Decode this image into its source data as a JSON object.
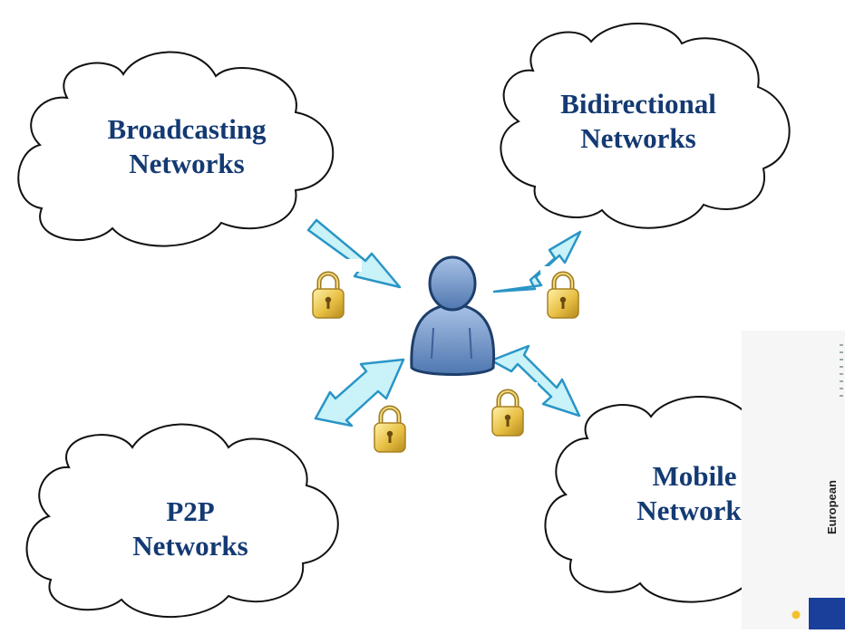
{
  "clouds": {
    "broadcasting": {
      "line1": "Broadcasting",
      "line2": "Networks"
    },
    "bidirectional": {
      "line1": "Bidirectional",
      "line2": "Networks"
    },
    "p2p": {
      "line1": "P2P",
      "line2": "Networks"
    },
    "mobile": {
      "line1": "Mobile",
      "line2": "Networks"
    }
  },
  "edge": {
    "text": "European"
  },
  "colors": {
    "label": "#143a73",
    "arrow_fill": "#c9f3f8",
    "arrow_stroke": "#2a95c6",
    "user": "#6f93c6",
    "lock": "#e9c24a"
  },
  "icons": [
    "user-icon",
    "padlock-icon",
    "bidirectional-arrow",
    "one-way-arrow"
  ]
}
